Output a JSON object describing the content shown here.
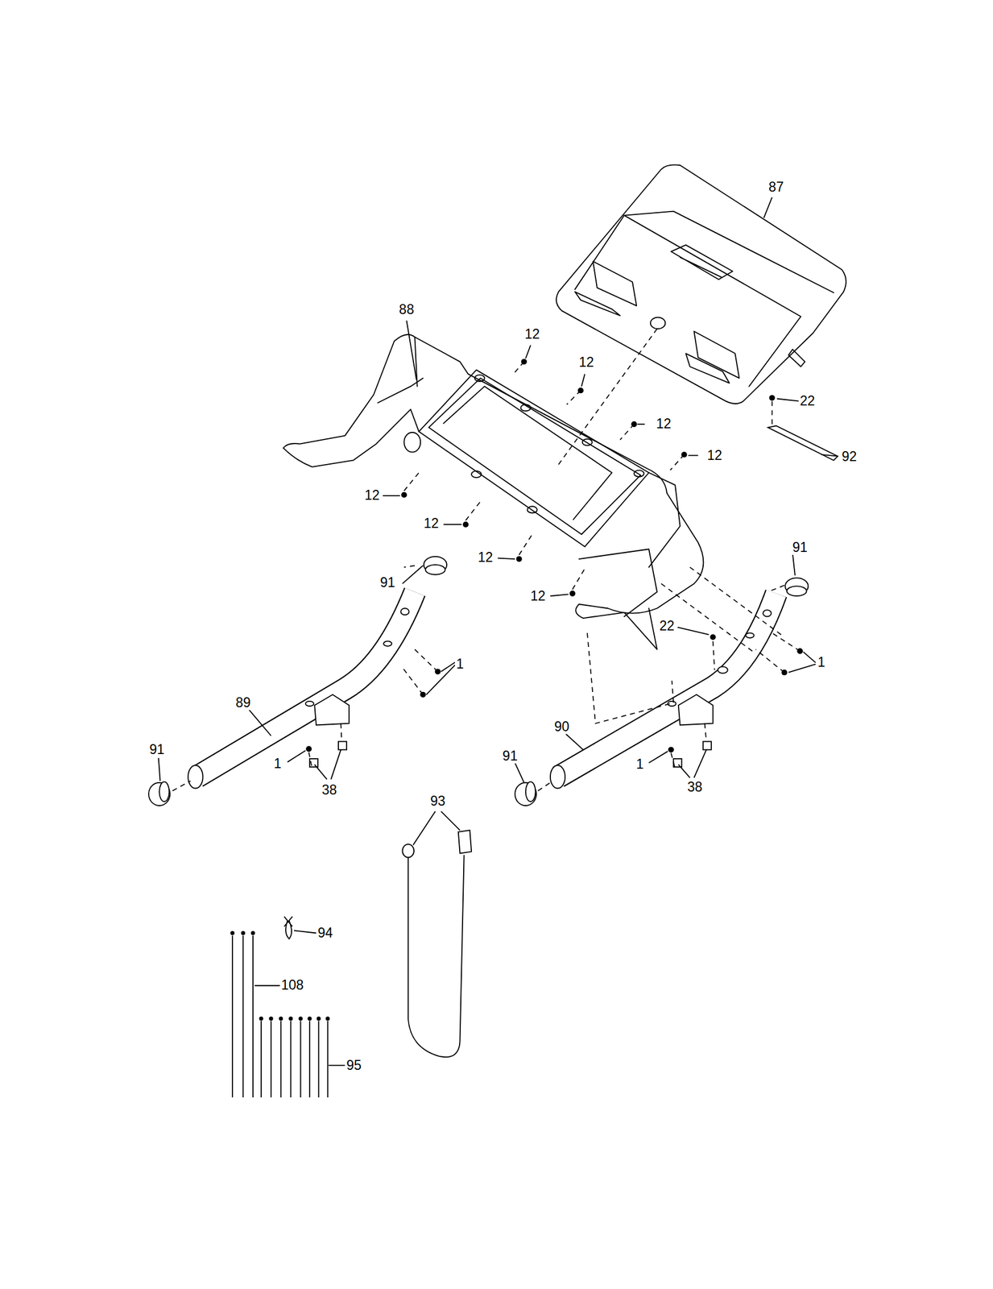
{
  "diagram": {
    "labels": [
      "87",
      "88",
      "12",
      "12",
      "12",
      "12",
      "22",
      "92",
      "12",
      "12",
      "12",
      "12",
      "91",
      "91",
      "22",
      "1",
      "1",
      "89",
      "90",
      "91",
      "1",
      "38",
      "91",
      "1",
      "38",
      "93",
      "94",
      "108",
      "95"
    ]
  }
}
